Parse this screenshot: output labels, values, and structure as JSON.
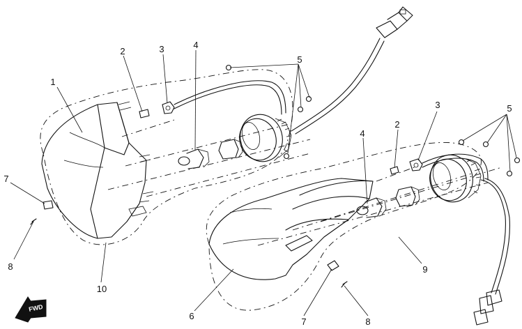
{
  "diagram": {
    "callouts": [
      "1",
      "2",
      "3",
      "4",
      "5",
      "2",
      "3",
      "4",
      "5",
      "6",
      "7",
      "7",
      "8",
      "8",
      "9",
      "10"
    ],
    "fwd_label": "FWD"
  }
}
